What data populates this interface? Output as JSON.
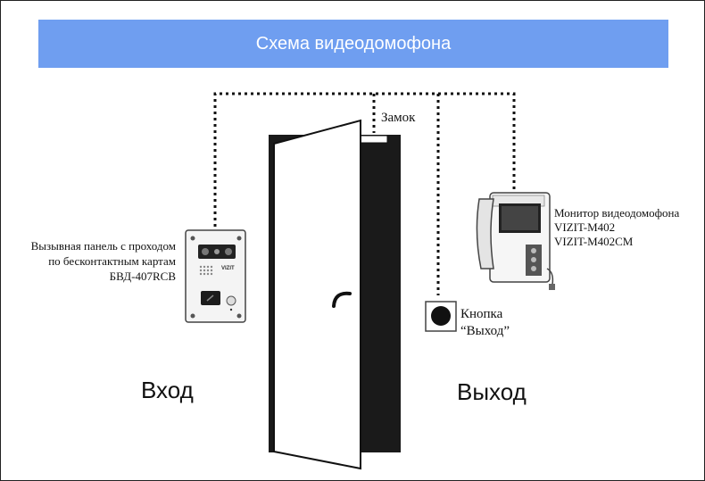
{
  "title": "Схема видеодомофона",
  "labels": {
    "lock": "Замок",
    "panel": [
      "Вызывная панель с проходом",
      "по бесконтактным картам",
      "БВД-407RCB"
    ],
    "monitor": [
      "Монитор видеодомофона",
      "VIZIT-M402",
      "VIZIT-M402CM"
    ],
    "exit_button": [
      "Кнопка",
      "“Выход”"
    ],
    "entry": "Вход",
    "exit": "Выход"
  },
  "panel_brand": "VIZIT",
  "colors": {
    "banner": "#6f9ef0",
    "line": "#111111",
    "door_frame": "#1a1a1a"
  }
}
